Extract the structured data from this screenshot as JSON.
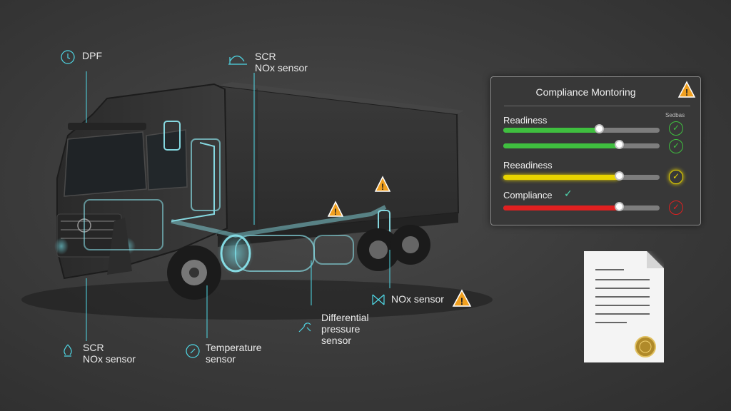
{
  "callouts": {
    "dpf": {
      "label": "DPF"
    },
    "scr_top": {
      "line1": "SCR",
      "line2": "NOx sensor"
    },
    "scr_bottom": {
      "line1": "SCR",
      "line2": "NOx sensor"
    },
    "temperature": {
      "line1": "Temperature",
      "line2": "sensor"
    },
    "differential": {
      "line1": "Differential",
      "line2": "pressure",
      "line3": "sensor"
    },
    "nox": {
      "label": "NOx sensor"
    }
  },
  "panel": {
    "title": "Compliance Montoring",
    "small_label": "Sedbas",
    "rows": [
      {
        "label": "Readiness",
        "value": 0.61,
        "color": "#3fbf3f",
        "status": "ok"
      },
      {
        "label": "",
        "value": 0.74,
        "color": "#3fbf3f",
        "status": "ok"
      },
      {
        "label": "Reeadiness",
        "value": 0.74,
        "color": "#e8d400",
        "status": "warn"
      },
      {
        "label": "Compliance",
        "value": 0.74,
        "color": "#e02020",
        "status": "fail"
      }
    ]
  },
  "colors": {
    "accent": "#4fd8e6",
    "ok": "#3fbf3f",
    "warn": "#e8d400",
    "fail": "#e02020",
    "alert": "#f0a020"
  }
}
